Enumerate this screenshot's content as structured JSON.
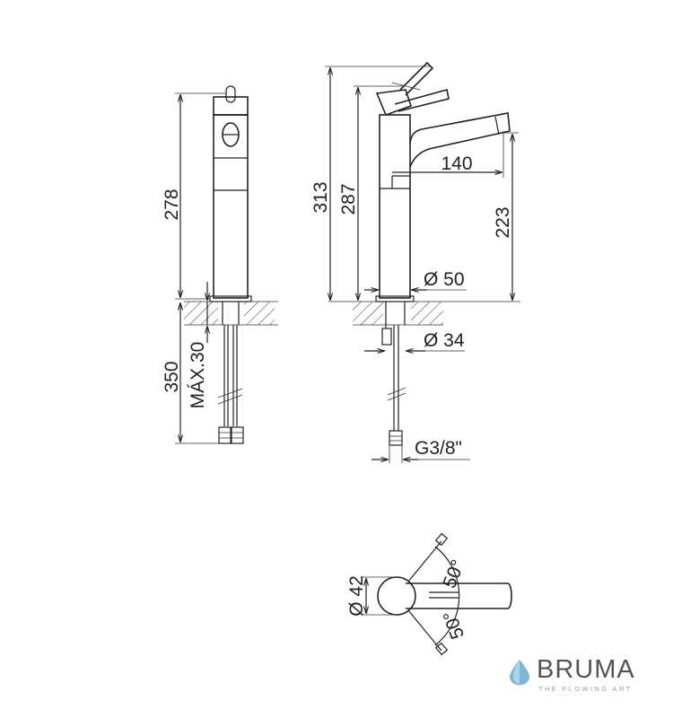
{
  "dimensions": {
    "front_height": "278",
    "pipe_length": "350",
    "max_thickness": "MÁX.30",
    "side_total_height": "313",
    "side_body_height": "287",
    "spout_reach": "140",
    "spout_height": "223",
    "body_diameter": "Ø 50",
    "hole_diameter": "Ø 34",
    "connection_thread": "G3/8\"",
    "top_diameter": "Ø 42",
    "rotation_left": "50°",
    "rotation_right": "50°"
  },
  "brand": {
    "name": "BRUMA",
    "tagline": "THE FLOWING ART",
    "accent_color": "#7ab8d6"
  }
}
